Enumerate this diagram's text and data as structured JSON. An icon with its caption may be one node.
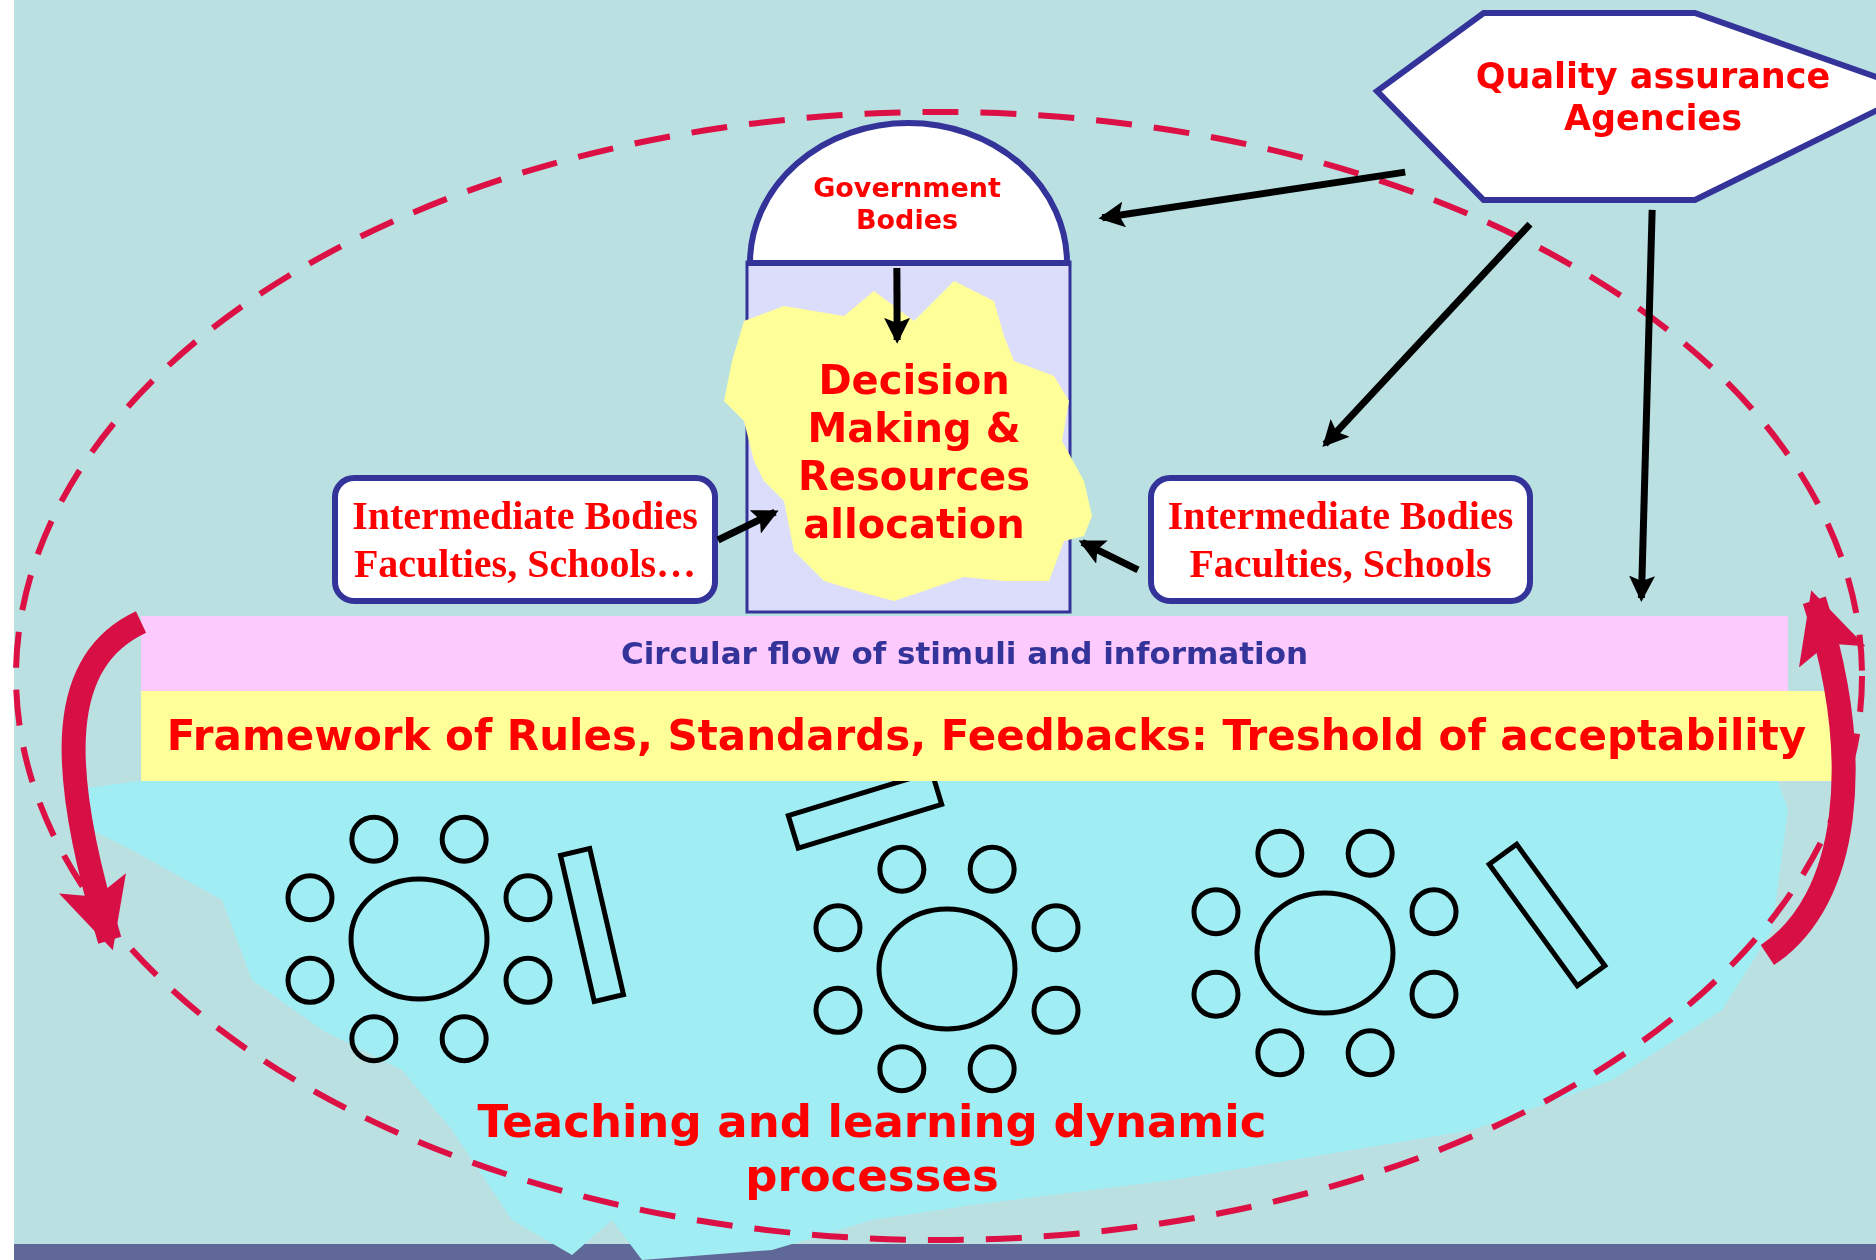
{
  "diagram": {
    "nodes": [
      {
        "text": [
          "Quality assurance Agencies"
        ]
      },
      {
        "text": [
          "Government Bodies"
        ]
      },
      {
        "text": [
          "Decision Making & Resources allocation"
        ]
      },
      {
        "text": [
          "Intermediate Bodies Faculties, Schools…"
        ]
      },
      {
        "text": [
          "Intermediate Bodies Faculties, Schools"
        ]
      },
      {
        "text": [
          "Circular flow of stimuli and information"
        ]
      },
      {
        "text": [
          "Framework of Rules, Standards, Feedbacks: Treshold of acceptability"
        ]
      },
      {
        "text": [
          "Teaching and learning dynamic processes"
        ]
      }
    ],
    "edges": [
      {
        "from": 0,
        "to": 1,
        "arrow": "to"
      },
      {
        "from": 0,
        "to": 4,
        "arrow": "to"
      },
      {
        "from": 0,
        "to": 5,
        "arrow": "to"
      },
      {
        "from": 1,
        "to": 2,
        "arrow": "to"
      },
      {
        "from": 3,
        "to": 2,
        "arrow": "to"
      },
      {
        "from": 4,
        "to": 2,
        "arrow": "to"
      },
      {
        "from": 5,
        "to": 7,
        "arrow": "to",
        "style": "thick",
        "color": "#d80f45"
      },
      {
        "from": 7,
        "to": 5,
        "arrow": "to",
        "style": "thick",
        "color": "#d80f45"
      }
    ]
  }
}
